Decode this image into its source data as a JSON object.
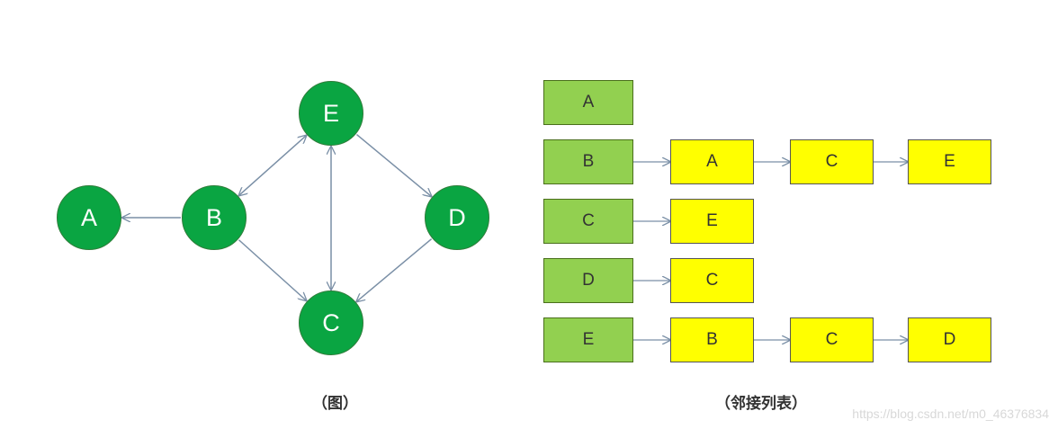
{
  "graph": {
    "nodes": [
      "A",
      "B",
      "C",
      "D",
      "E"
    ],
    "edges": [
      {
        "from": "B",
        "to": "A"
      },
      {
        "from": "B",
        "to": "C"
      },
      {
        "from": "B",
        "to": "E"
      },
      {
        "from": "E",
        "to": "B"
      },
      {
        "from": "C",
        "to": "E"
      },
      {
        "from": "E",
        "to": "C"
      },
      {
        "from": "E",
        "to": "D"
      },
      {
        "from": "D",
        "to": "C"
      }
    ],
    "caption": "（图）"
  },
  "adjacency": {
    "rows": [
      {
        "head": "A",
        "list": []
      },
      {
        "head": "B",
        "list": [
          "A",
          "C",
          "E"
        ]
      },
      {
        "head": "C",
        "list": [
          "E"
        ]
      },
      {
        "head": "D",
        "list": [
          "C"
        ]
      },
      {
        "head": "E",
        "list": [
          "B",
          "C",
          "D"
        ]
      }
    ],
    "caption": "（邻接列表）"
  },
  "colors": {
    "node": "#0aa542",
    "head": "#92d050",
    "cell": "#ffff00",
    "arrow": "#7a8fa6"
  },
  "watermark": "https://blog.csdn.net/m0_46376834"
}
